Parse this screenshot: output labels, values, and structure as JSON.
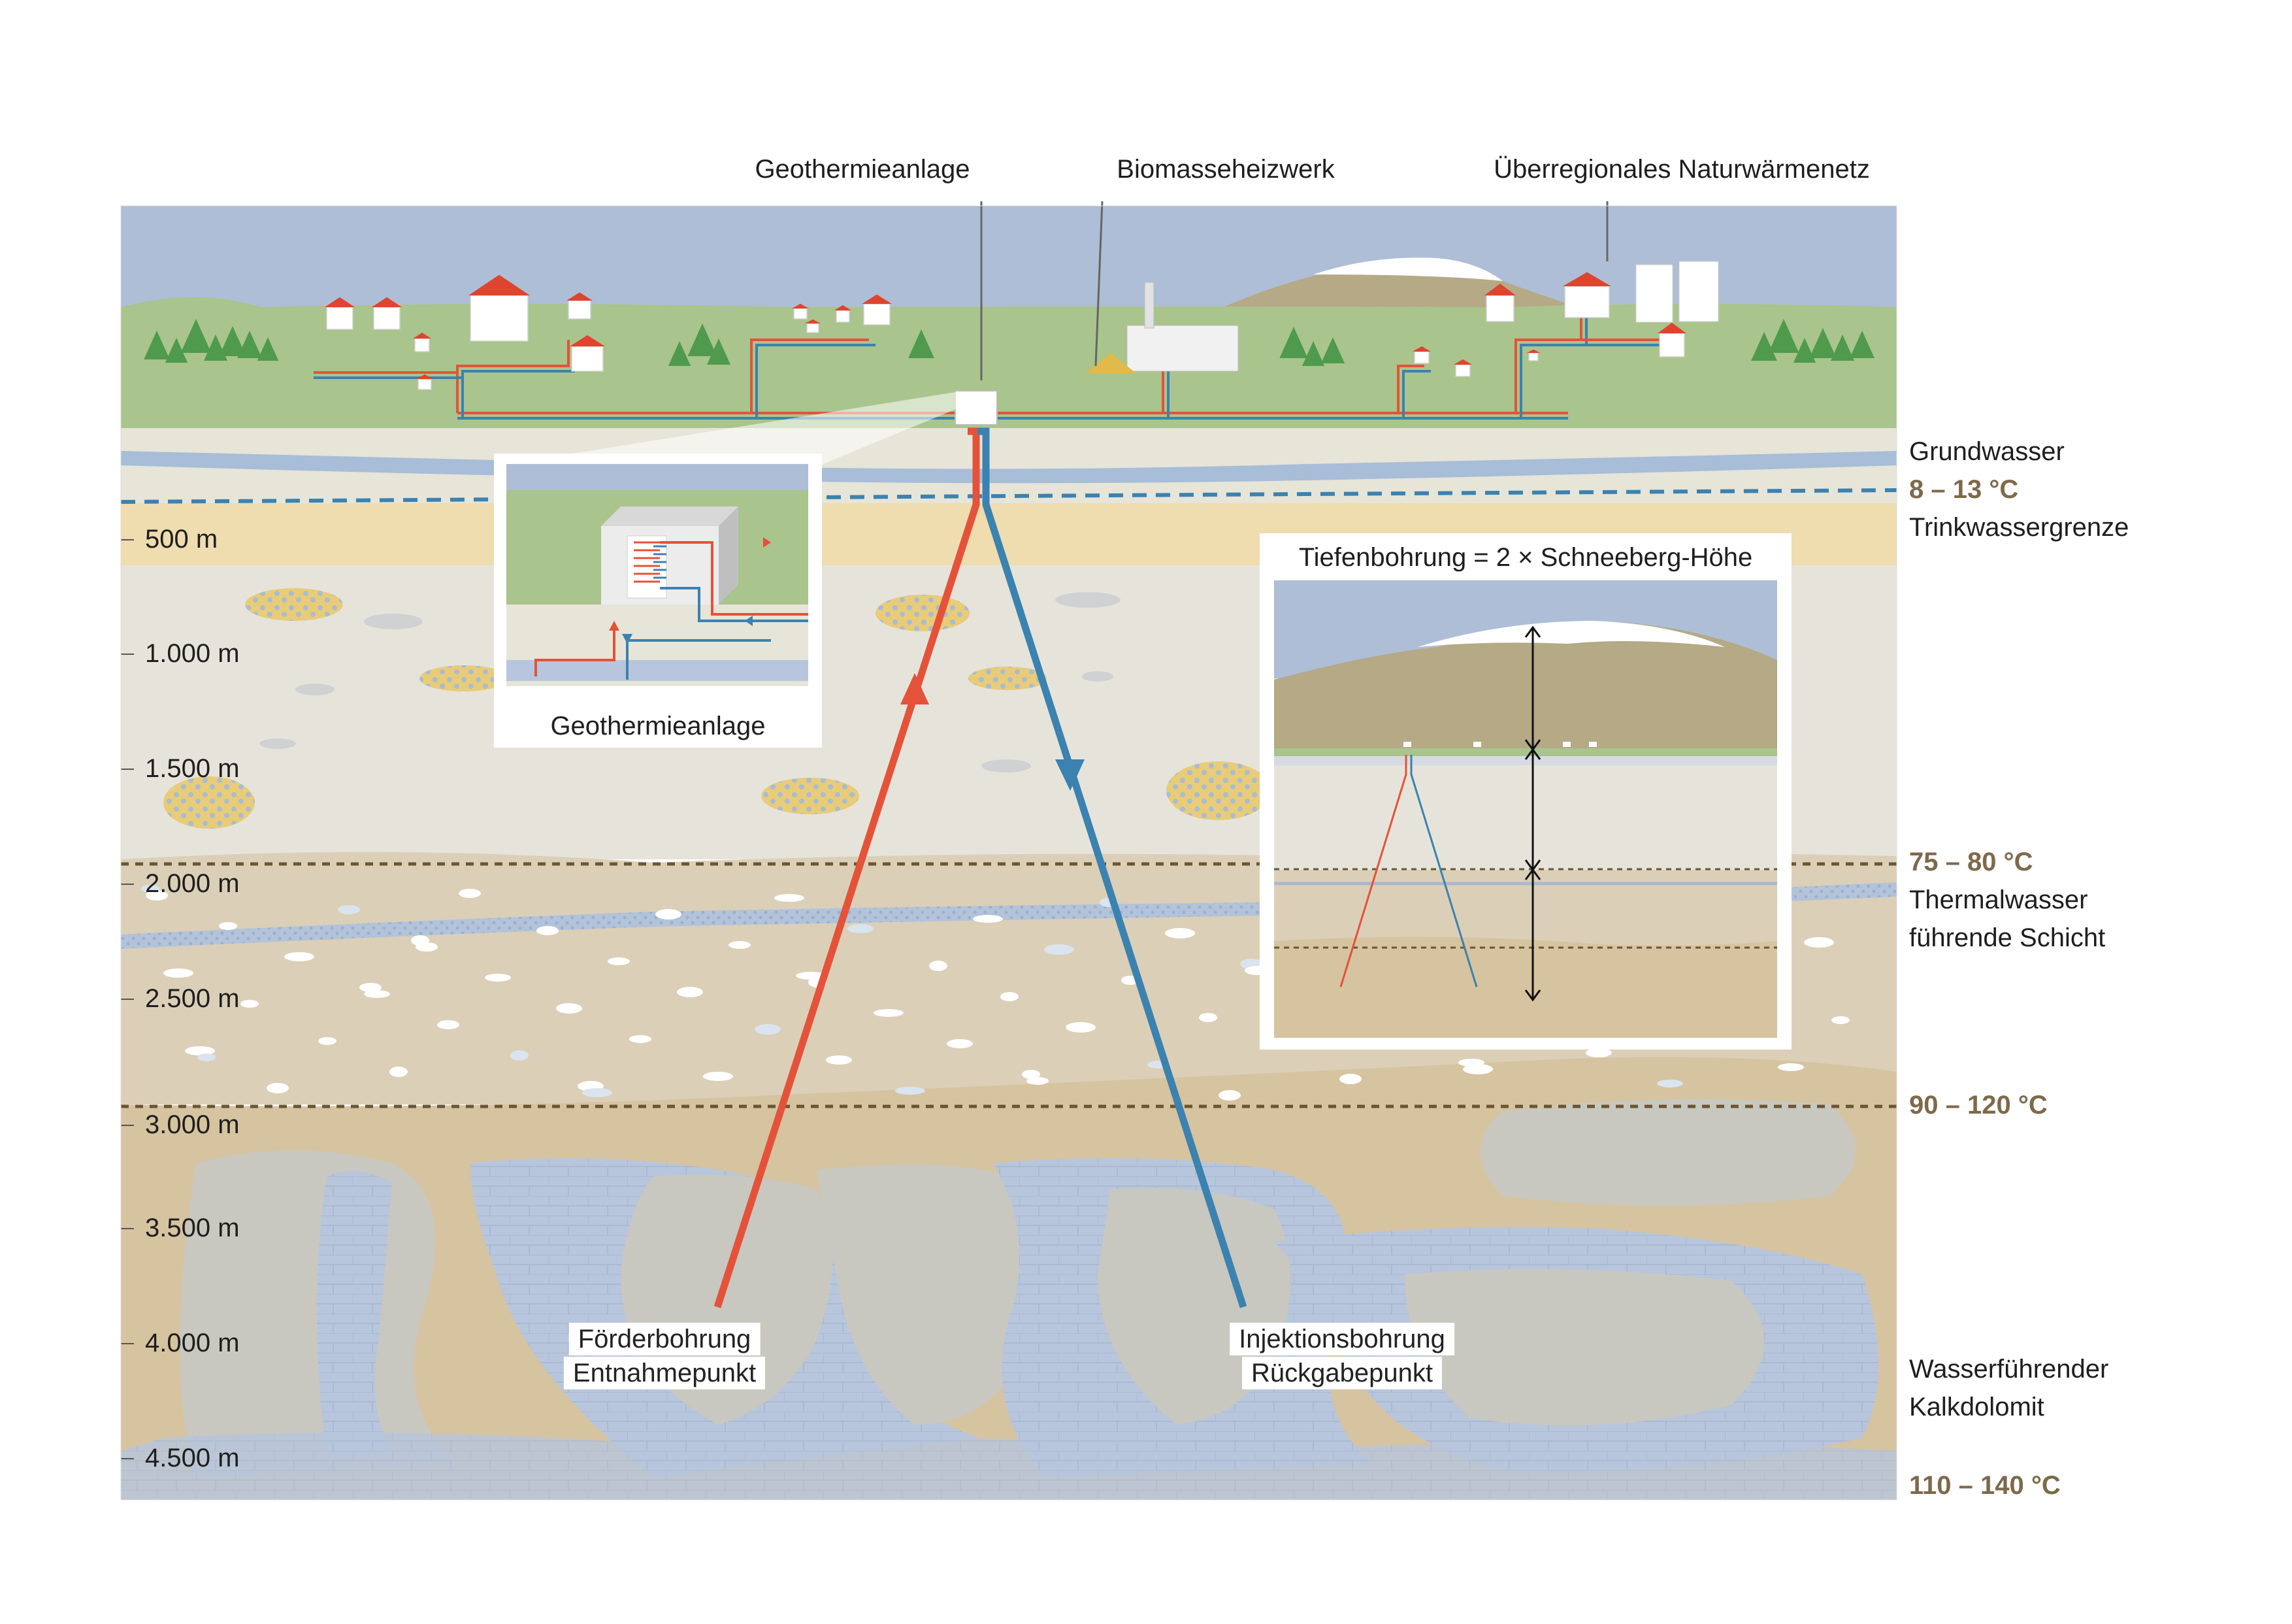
{
  "colors": {
    "sky": "#aebed6",
    "grass": "#a9c48c",
    "groundwater": "#a7bdd8",
    "gravel": "#e7e4d8",
    "sand": "#efdcaf",
    "upper_rock": "#e6e4da",
    "thermal_layer": "#dccfb8",
    "deep_rock": "#d6c3a0",
    "dolomite_water": "#b7c6dc",
    "dolomite_grey": "#c8c8c0",
    "hot_pipe": "#e5523a",
    "cold_pipe": "#3b82b0",
    "roof": "#e0442e",
    "tree": "#4f9a4c",
    "temperature_text": "#7d6a4b"
  },
  "top_labels": {
    "geothermal_plant": "Geothermieanlage",
    "biomass_plant": "Biomasseheizwerk",
    "heat_network": "Überregionales Naturwärmenetz"
  },
  "right_labels": {
    "groundwater": "Grundwasser",
    "groundwater_temp": "8 – 13 °C",
    "drinking_water_limit": "Trinkwassergrenze",
    "thermal_temp": "75 – 80 °C",
    "thermal_layer_1": "Thermalwasser",
    "thermal_layer_2": "führende Schicht",
    "deep_temp": "90 – 120 °C",
    "dolomite_1": "Wasserführender",
    "dolomite_2": "Kalkdolomit",
    "bottom_temp": "110 – 140 °C"
  },
  "depth_scale": [
    "500 m",
    "1.000 m",
    "1.500 m",
    "2.000 m",
    "2.500 m",
    "3.000 m",
    "3.500 m",
    "4.000 m",
    "4.500 m"
  ],
  "inset_plant": {
    "caption": "Geothermieanlage"
  },
  "inset_depth": {
    "title": "Tiefenbohrung = 2 × Schneeberg-Höhe"
  },
  "wells": {
    "production_1": "Förderbohrung",
    "production_2": "Entnahmepunkt",
    "injection_1": "Injektionsbohrung",
    "injection_2": "Rückgabepunkt"
  }
}
